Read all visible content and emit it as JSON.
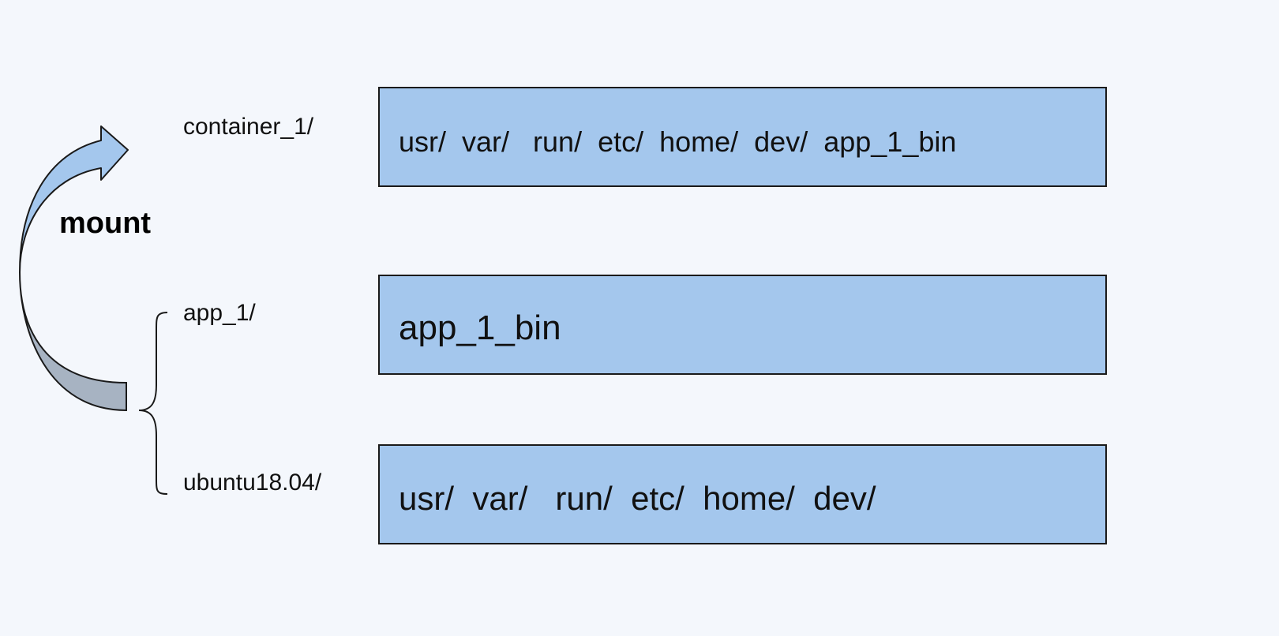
{
  "layers": [
    {
      "label": "container_1/",
      "contents": "usr/  var/   run/  etc/  home/  dev/  app_1_bin"
    },
    {
      "label": "app_1/",
      "contents": "app_1_bin"
    },
    {
      "label": "ubuntu18.04/",
      "contents": "usr/  var/   run/  etc/  home/  dev/"
    }
  ],
  "mount_label": "mount",
  "colors": {
    "background": "#f4f7fc",
    "box_fill": "#a4c7ed",
    "arrow_front": "#a4c7ed",
    "arrow_back": "#a7b3c2",
    "stroke": "#1a1a1a"
  },
  "icons": {
    "mount_arrow": "curved-up-arrow-icon",
    "merge_brace": "left-curly-brace-icon"
  }
}
